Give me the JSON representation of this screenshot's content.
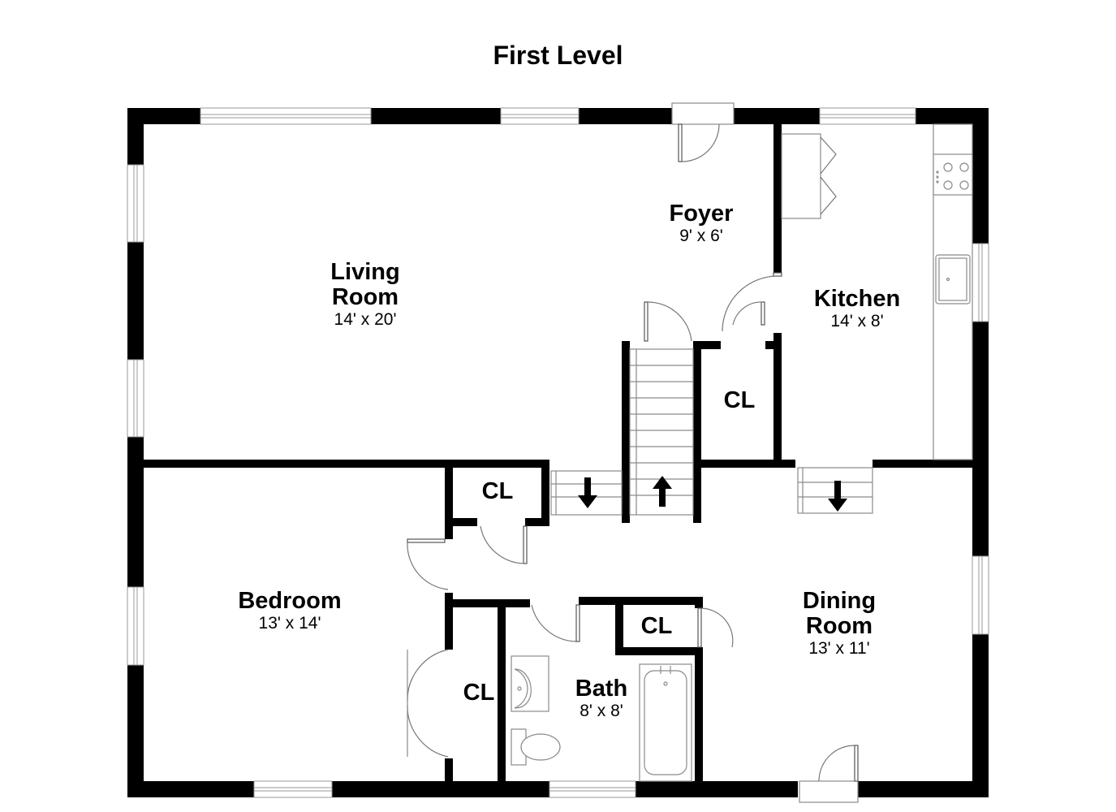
{
  "title": "First Level",
  "rooms": {
    "living": {
      "name_line1": "Living",
      "name_line2": "Room",
      "dims": "14' x 20'"
    },
    "foyer": {
      "name": "Foyer",
      "dims": "9' x 6'"
    },
    "kitchen": {
      "name": "Kitchen",
      "dims": "14' x 8'"
    },
    "bedroom": {
      "name": "Bedroom",
      "dims": "13' x 14'"
    },
    "dining": {
      "name_line1": "Dining",
      "name_line2": "Room",
      "dims": "13' x 11'"
    },
    "bath": {
      "name": "Bath",
      "dims": "8' x 8'"
    },
    "closets": [
      "CL",
      "CL",
      "CL",
      "CL"
    ]
  },
  "stairs": {
    "up_icon": "arrow-up-icon",
    "down_icon": "arrow-down-icon"
  },
  "colors": {
    "wall": "#000000",
    "fixture_stroke": "#8a8a8a",
    "background": "#ffffff"
  }
}
